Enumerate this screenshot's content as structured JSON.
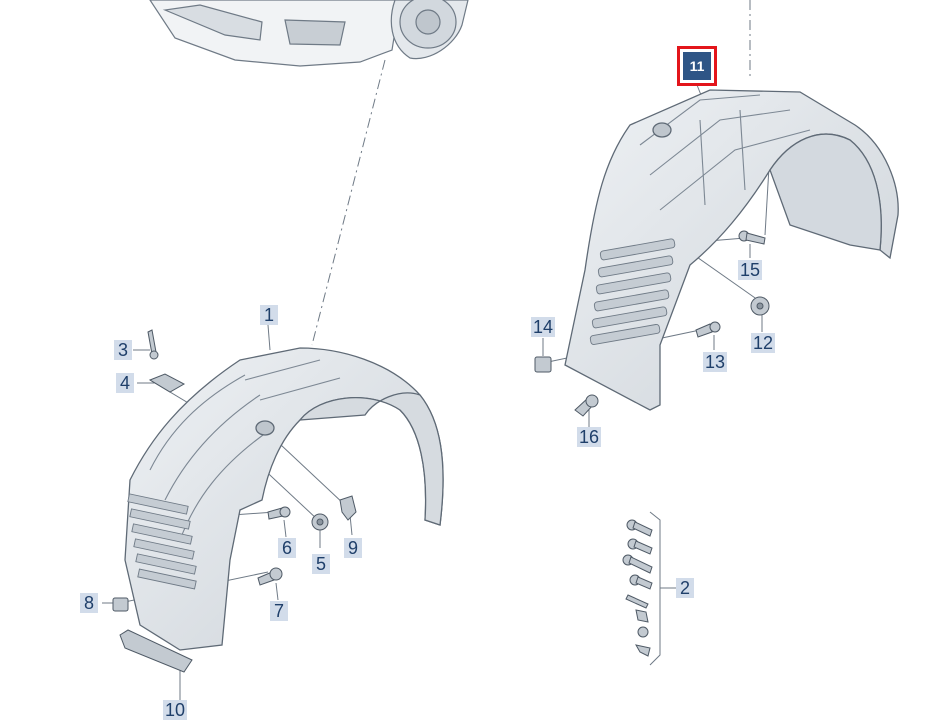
{
  "diagram": {
    "callouts": {
      "c1": "1",
      "c2": "2",
      "c3": "3",
      "c4": "4",
      "c5": "5",
      "c6": "6",
      "c7": "7",
      "c8": "8",
      "c9": "9",
      "c10": "10",
      "c11": "11",
      "c12": "12",
      "c13": "13",
      "c14": "14",
      "c15": "15",
      "c16": "16"
    },
    "selected_part": "11",
    "colors": {
      "line": "#6f7a86",
      "part_fill": "#e2e6ea",
      "part_shade": "#c9cfd5",
      "label_bg": "#d2dcea",
      "label_text": "#1f3f6a",
      "selected_bg": "#2e5586",
      "selected_border": "#e3151b"
    }
  }
}
